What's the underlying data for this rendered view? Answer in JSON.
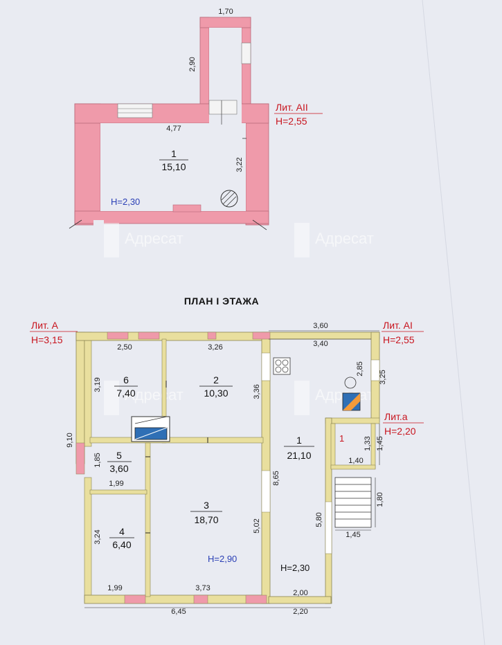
{
  "colors": {
    "paper": "#e9ebf2",
    "wall_pink": "#ef9aaa",
    "wall_yellow": "#e9df9e",
    "text_red": "#c8141e",
    "text_blue": "#2a3fb5"
  },
  "watermark": {
    "text": "Адресат"
  },
  "basement": {
    "lit_label": "Лит. АII",
    "lit_height": "Н=2,55",
    "room_number": "1",
    "room_area": "15,10",
    "height_label": "Н=2,30",
    "dims": {
      "top": "1,70",
      "stair_side": "2,90",
      "width": "4,77",
      "depth": "3,22"
    }
  },
  "floor1": {
    "title": "ПЛАН I ЭТАЖА",
    "lit_a": {
      "label": "Лит. А",
      "height": "Н=3,15"
    },
    "lit_a1": {
      "label": "Лит. АI",
      "height": "Н=2,55"
    },
    "lit_a_small": {
      "label": "Лит.а",
      "height": "Н=2,20"
    },
    "rooms": [
      {
        "number": "6",
        "area": "7,40"
      },
      {
        "number": "2",
        "area": "10,30"
      },
      {
        "number": "5",
        "area": "3,60"
      },
      {
        "number": "3",
        "area": "18,70"
      },
      {
        "number": "4",
        "area": "6,40"
      },
      {
        "number": "1",
        "area": "21,10"
      },
      {
        "number": "1"
      }
    ],
    "height_room3": "Н=2,90",
    "height_room1": "Н=2,30",
    "dims": {
      "d250": "2,50",
      "d326": "3,26",
      "d360": "3,60",
      "d340": "3,40",
      "d285": "2,85",
      "d325": "3,25",
      "d319": "3,19",
      "d336": "3,36",
      "d910": "9,10",
      "d185": "1,85",
      "d199a": "1,99",
      "d865": "8,65",
      "d502": "5,02",
      "d324": "3,24",
      "d199b": "1,99",
      "d373": "3,73",
      "d645": "6,45",
      "d200": "2,00",
      "d220": "2,20",
      "d580": "5,80",
      "d133": "1,33",
      "d145a": "1,45",
      "d140": "1,40",
      "d180": "1,80",
      "d145b": "1,45"
    }
  }
}
